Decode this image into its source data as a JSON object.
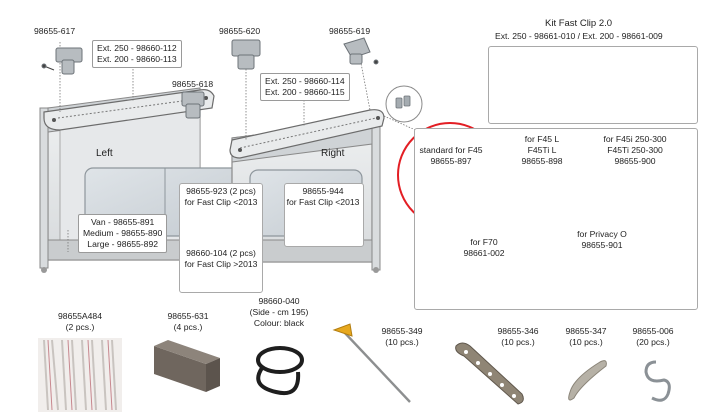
{
  "diagram": {
    "top_parts": {
      "p617": "98655-617",
      "p620": "98655-620",
      "p619": "98655-619",
      "p618": "98655-618"
    },
    "ext_left": [
      "Ext. 250 - 98660-112",
      "Ext. 200 - 98660-113"
    ],
    "ext_right": [
      "Ext. 250 - 98660-114",
      "Ext. 200 - 98660-115"
    ],
    "side_left": "Left",
    "side_right": "Right",
    "sizes": [
      "Van - 98655-891",
      "Medium - 98655-890",
      "Large - 98655-892"
    ],
    "center_box": {
      "a": [
        "98655-923 (2 pcs)",
        "for Fast Clip <2013"
      ],
      "b": [
        "98660-104 (2 pcs)",
        "for Fast Clip >2013"
      ]
    },
    "right_box": [
      "98655-944",
      "for Fast Clip <2013"
    ],
    "kit": {
      "title": "Kit Fast Clip 2.0",
      "exts": "Ext. 250 - 98661-010 / Ext. 200 - 98661-009"
    },
    "options": {
      "f45": [
        "standard for F45",
        "98655-897"
      ],
      "f45l": [
        "for F45 L",
        "F45Ti L",
        "98655-898"
      ],
      "f45i": [
        "for F45i 250-300",
        "F45Ti 250-300",
        "98655-900"
      ],
      "f70": [
        "for F70",
        "98661-002"
      ],
      "privacy": [
        "for Privacy O",
        "98655-901"
      ]
    },
    "bottom": {
      "a484": [
        "98655A484",
        "(2 pcs.)"
      ],
      "p631": [
        "98655-631",
        "(4 pcs.)"
      ],
      "p040": [
        "98660-040",
        "(Side - cm 195)",
        "Colour: black"
      ],
      "p349": [
        "98655-349",
        "(10 pcs.)"
      ],
      "p346": [
        "98655-346",
        "(10 pcs.)"
      ],
      "p347": [
        "98655-347",
        "(10 pcs.)"
      ],
      "p006": [
        "98655-006",
        "(20 pcs.)"
      ]
    }
  },
  "colors": {
    "highlight": "#e31e24",
    "frame": "#8a8a8a",
    "metal": "#9aa3ab"
  }
}
